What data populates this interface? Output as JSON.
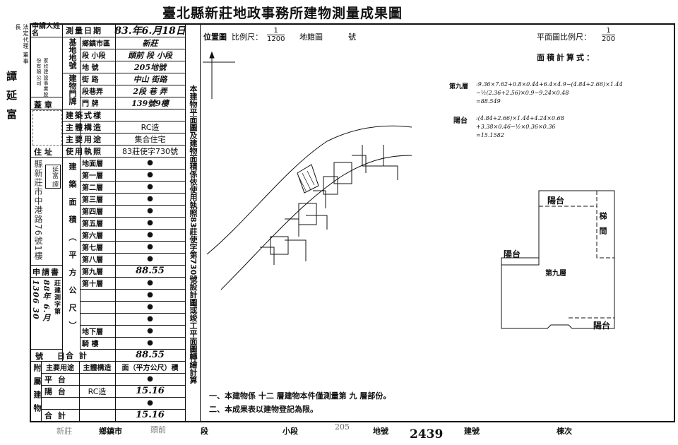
{
  "title": "臺北縣新莊地政事務所建物測量成果圖",
  "outside": {
    "role": "法定代理 董事長",
    "name": "譚延富"
  },
  "applicant": {
    "header": "申請人姓名",
    "company": "家欣建設事業股份有限公司",
    "seal_label": "蓋 章",
    "address_label": "住 址",
    "address": "縣新莊市中港路76號1樓",
    "seal_text": "延富 譚"
  },
  "application": {
    "label": "申請書",
    "ref": "莊建測字第",
    "ref_value": "88年 6.月 1306 30",
    "no_date": "號 日"
  },
  "survey": {
    "date_label": "測量日期",
    "date": "83.年6.月18日"
  },
  "land": {
    "group": "基地地號",
    "rows": [
      {
        "label": "鄉鎮市區",
        "value": "新莊"
      },
      {
        "label": "段 小段",
        "value": "頭前 段 小段"
      },
      {
        "label": "地 號",
        "value": "205地號"
      }
    ]
  },
  "door": {
    "group": "建物門牌",
    "rows": [
      {
        "label": "街 路",
        "value": "中山 街路"
      },
      {
        "label": "段巷弄",
        "value": "2段 巷 弄"
      },
      {
        "label": "門 牌",
        "value": "139號9樓"
      }
    ]
  },
  "building": {
    "rows": [
      {
        "label": "建築式樣",
        "value": ""
      },
      {
        "label": "主體構造",
        "value": "RC造"
      },
      {
        "label": "主要用途",
        "value": "集合住宅"
      },
      {
        "label": "使用執照",
        "value": "83莊使字730號"
      }
    ]
  },
  "area": {
    "group": "建築面積（平方公尺）",
    "floors": [
      {
        "label": "地面層",
        "value": "●"
      },
      {
        "label": "第一層",
        "value": "●"
      },
      {
        "label": "第二層",
        "value": "●"
      },
      {
        "label": "第三層",
        "value": "●"
      },
      {
        "label": "第四層",
        "value": "●"
      },
      {
        "label": "第五層",
        "value": "●"
      },
      {
        "label": "第六層",
        "value": "●"
      },
      {
        "label": "第七層",
        "value": "●"
      },
      {
        "label": "第八層",
        "value": "●"
      },
      {
        "label": "第九層",
        "value": "88.55"
      },
      {
        "label": "第十層",
        "value": "●"
      },
      {
        "label": "",
        "value": "●"
      },
      {
        "label": "",
        "value": "●"
      },
      {
        "label": "",
        "value": "●"
      },
      {
        "label": "地下層",
        "value": "●"
      },
      {
        "label": "騎 樓",
        "value": "●"
      }
    ],
    "total_label": "合 計",
    "total": "88.55"
  },
  "annex": {
    "group": "附屬建物",
    "headers": [
      "主要用途",
      "主體構造",
      "面（平方公尺）積"
    ],
    "rows": [
      {
        "use": "平 台",
        "structure": "",
        "area": "●"
      },
      {
        "use": "陽 台",
        "structure": "RC造",
        "area": "15.16"
      },
      {
        "use": "",
        "structure": "",
        "area": "●"
      },
      {
        "use": "合 計",
        "structure": "",
        "area": "15.16"
      }
    ]
  },
  "side_note": "本建物平面圖及建物面積係依使用執照83莊使字第730號設計圖或竣工平面圖轉繪計算",
  "location": {
    "label": "位置圖",
    "scale_label": "比例尺：",
    "scale_num": "1",
    "scale_den": "1200",
    "cadastral": "地籍圖",
    "no": "號"
  },
  "plan": {
    "scale_label": "平面圖比例尺：",
    "scale_num": "1",
    "scale_den": "200",
    "calc_label": "面積計算式：",
    "calc": [
      {
        "label": "第九層",
        "lines": [
          ":9.36×7.62+0.8×0.44+6.4×4.9−(4.84+2.66)×1.44",
          "−½(2.36+2.56)×0.9−9.24×0.48",
          "=88.549"
        ]
      },
      {
        "label": "陽台",
        "lines": [
          ":(4.84+2.66)×1.44+4.24×0.68",
          "+3.38×0.46−½×0.36×0.36",
          "=15.1582"
        ]
      }
    ],
    "rooms": {
      "balcony": "陽台",
      "stair": "梯間",
      "floor": "第九層"
    }
  },
  "notes": [
    "一、本建物係 十二 層建物本件僅測量第 九 層部份。",
    "二、本成果表以建物登記為限。"
  ],
  "footer": {
    "town": "新莊",
    "town_label": "鄉鎮市",
    "section": "頭前",
    "section_label": "段",
    "subsection_label": "小段",
    "lot": "205",
    "lot_label": "地號",
    "building_no": "2439",
    "building_label": "建號",
    "unit_label": "棟次"
  }
}
